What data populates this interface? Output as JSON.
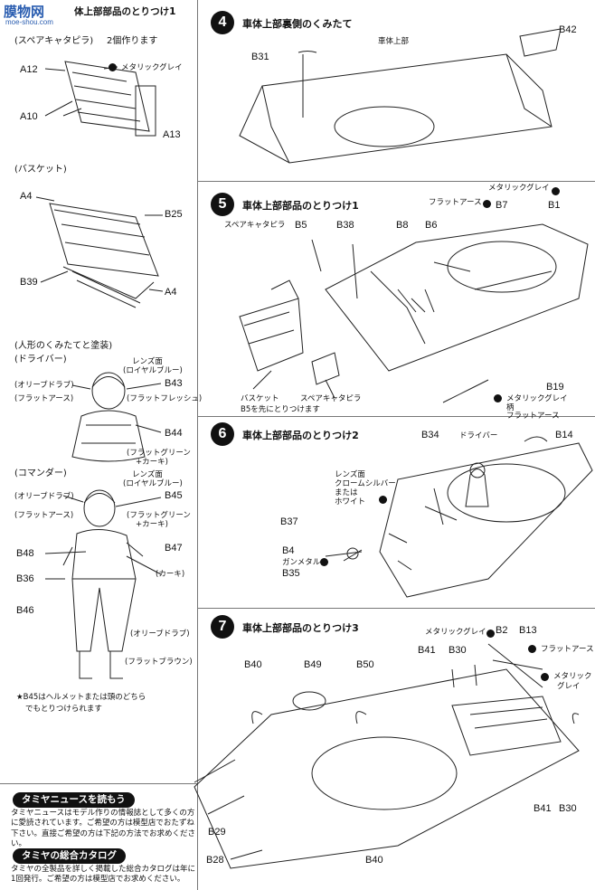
{
  "watermark": {
    "brand": "膜物网",
    "url": "moe-shou.com",
    "header_fragment": "体上部部品のとりつけ1"
  },
  "left": {
    "spare_track": {
      "heading": "(スペアキャタピラ)",
      "qty": "2個作ります",
      "parts": [
        "A12",
        "A10",
        "A13"
      ],
      "paint": "メタリックグレイ"
    },
    "basket": {
      "heading": "(バスケット)",
      "parts": [
        "A4",
        "B25",
        "B39",
        "A4"
      ]
    },
    "figures": {
      "heading": "(人形のくみたてと塗装)",
      "driver": {
        "heading": "(ドライバー)",
        "lens": "レンズ面",
        "lens2": "(ロイヤルブルー)",
        "olive": "(オリーブドラブ)",
        "flat_earth": "(フラットアース)",
        "flesh": "(フラットフレッシュ)",
        "parts": [
          "B43",
          "B44"
        ],
        "green": "(フラットグリーン",
        "khaki": "+カーキ)"
      },
      "commander": {
        "heading": "(コマンダー)",
        "lens": "レンズ面",
        "lens2": "(ロイヤルブルー)",
        "olive": "(オリーブドラブ)",
        "flat_earth": "(フラットアース)",
        "green": "(フラットグリーン",
        "khaki": "+カーキ)",
        "khaki2": "(カーキ)",
        "olive2": "(オリーブドラブ)",
        "brown": "(フラットブラウン)",
        "parts": [
          "B45",
          "B47",
          "B48",
          "B36",
          "B46"
        ]
      },
      "note": "★B45はヘルメットまたは頭のどちら",
      "note2": "でもとりつけられます"
    },
    "news": {
      "title": "タミヤニュースを読もう",
      "text": "タミヤニュースはモデル作りの情報誌として多くの方に愛読されています。ご希望の方は模型店でおたずね下さい。直接ご希望の方は下記の方法でお求めください。"
    },
    "catalog": {
      "title": "タミヤの総合カタログ",
      "text": "タミヤの全製品を詳しく掲載した総合カタログは年に1回発行。ご希望の方は模型店でお求めください。"
    }
  },
  "steps": [
    {
      "num": "4",
      "title": "車体上部裏側のくみたて",
      "labels": {
        "hull": "車体上部",
        "parts": [
          "B31",
          "B42"
        ]
      }
    },
    {
      "num": "5",
      "title": "車体上部部品のとりつけ1",
      "labels": {
        "metallic": "メタリックグレイ",
        "flat_earth": "フラットアース",
        "spare": "スペアキャタピラ",
        "basket": "バスケット",
        "basket_note": "B5を先にとりつけます",
        "spare2": "スペアキャタピラ",
        "metallic2": "メタリックグレイ",
        "handle": "柄",
        "flat_earth2": "フラットアース",
        "parts": [
          "B7",
          "B1",
          "B5",
          "B38",
          "B8",
          "B6",
          "B19"
        ]
      }
    },
    {
      "num": "6",
      "title": "車体上部部品のとりつけ2",
      "labels": {
        "driver": "ドライバー",
        "lens": "レンズ面",
        "chrome": "クロームシルバー",
        "or": "または",
        "white": "ホワイト",
        "gunmetal": "ガンメタル",
        "parts": [
          "B34",
          "B14",
          "B37",
          "B4",
          "B35"
        ]
      }
    },
    {
      "num": "7",
      "title": "車体上部部品のとりつけ3",
      "labels": {
        "metallic": "メタリックグレイ",
        "flat_earth": "フラットアース",
        "metallic2": "メタリック",
        "grey": "グレイ",
        "parts": [
          "B2",
          "B13",
          "B40",
          "B49",
          "B50",
          "B41",
          "B30",
          "B29",
          "B28",
          "B40",
          "B41",
          "B30"
        ]
      }
    }
  ]
}
